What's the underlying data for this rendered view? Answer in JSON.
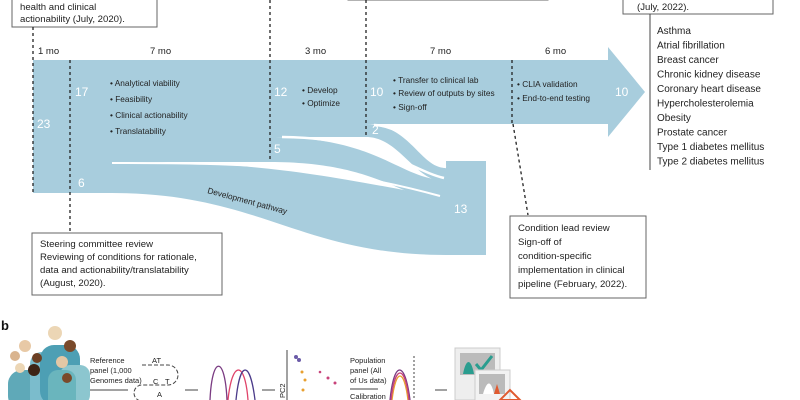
{
  "panel_a": {
    "top_left_box": [
      "health and clinical",
      "actionability (July, 2020)."
    ],
    "top_right_box": [
      "(July, 2022)."
    ],
    "periods": [
      "1 mo",
      "7 mo",
      "3 mo",
      "7 mo",
      "6 mo"
    ],
    "stage_bullets": {
      "assessment": [
        "Analytical viability",
        "Feasibility",
        "Clinical actionability",
        "Translatability"
      ],
      "development": [
        "Develop",
        "Optimize"
      ],
      "transfer": [
        "Transfer to clinical lab",
        "Review of outputs by sites",
        "Sign-off"
      ],
      "validation": [
        "CLIA validation",
        "End-to-end testing"
      ]
    },
    "counts": {
      "start": "23",
      "after_review": "17",
      "dropped_review": "6",
      "after_dev": "12",
      "dropped_dev": "5",
      "after_transfer": "10",
      "dropped_transfer": "2",
      "final": "10",
      "development_pathway_total": "13"
    },
    "development_pathway_label": "Development pathway",
    "steering_box": [
      "Steering committee review",
      "Reviewing of conditions for rationale,",
      "data and actionability/translatability",
      "(August, 2020)."
    ],
    "condition_box": [
      "Condition lead review",
      "Sign-off of",
      "condition-specific",
      "implementation in clinical",
      "pipeline (February, 2022)."
    ],
    "conditions": [
      "Asthma",
      "Atrial fibrillation",
      "Breast cancer",
      "Chronic kidney disease",
      "Coronary heart disease",
      "Hypercholesterolemia",
      "Obesity",
      "Prostate cancer",
      "Type 1 diabetes mellitus",
      "Type 2 diabetes mellitus"
    ],
    "flow_color": "#a8cddd"
  },
  "panel_b": {
    "label": "b",
    "reference_panel": [
      "Reference",
      "panel (1,000",
      "Genomes data)"
    ],
    "alleles": [
      "AT",
      "C",
      "T",
      "A"
    ],
    "pc_axis": "PC2",
    "population_panel": [
      "Population",
      "panel (All",
      "of Us data)"
    ],
    "calibration": "Calibration"
  }
}
